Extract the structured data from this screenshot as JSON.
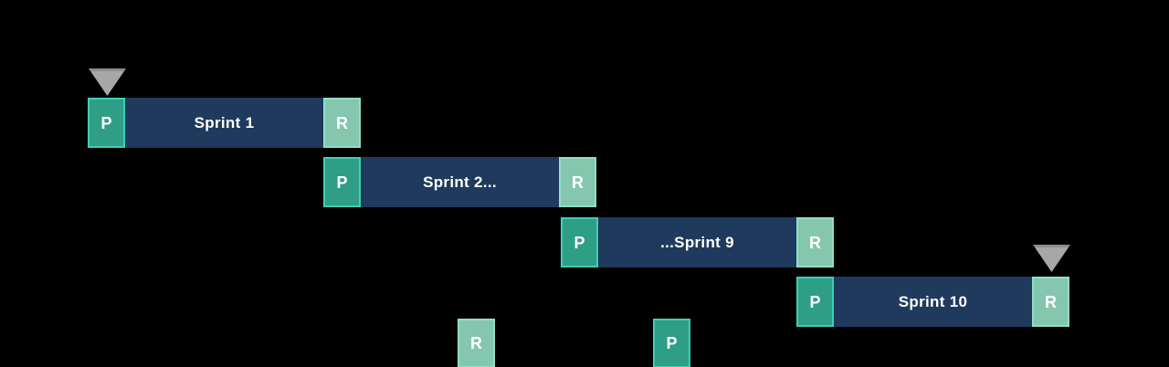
{
  "colors": {
    "background": "#000000",
    "bar_navy": "#1f3a5c",
    "planning_teal": "#2f9e87",
    "review_green": "#84c7ae",
    "planning_border_mint": "#3ecfb2",
    "review_border_mint": "#8fdecb",
    "milestone_gray": "#a7a7a7",
    "text": "#ffffff"
  },
  "icons": {
    "milestone": "triangle-down"
  },
  "sprints": [
    {
      "label": "Sprint 1",
      "planning": "P",
      "review": "R",
      "milestone": "above-start"
    },
    {
      "label": "Sprint 2...",
      "planning": "P",
      "review": "R",
      "milestone": "none"
    },
    {
      "label": "...Sprint 9",
      "planning": "P",
      "review": "R",
      "milestone": "none"
    },
    {
      "label": "Sprint 10",
      "planning": "P",
      "review": "R",
      "milestone": "above-end"
    }
  ],
  "partial_boxes": [
    {
      "letter": "R",
      "type": "review"
    },
    {
      "letter": "P",
      "type": "planning"
    }
  ]
}
